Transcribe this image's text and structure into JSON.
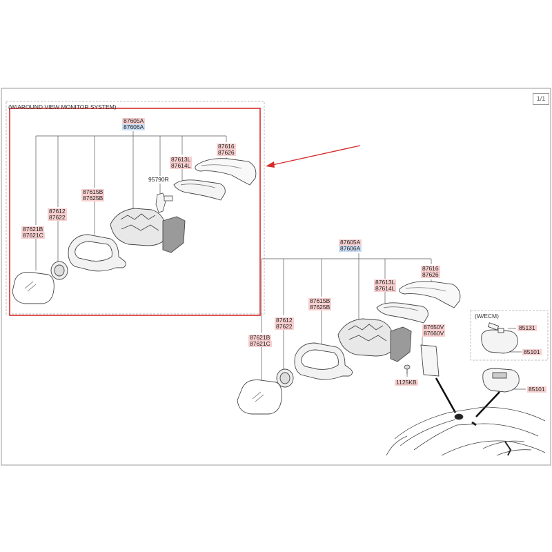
{
  "page_counter": "1/1",
  "notes": {
    "around_view": "(W/AROUND VIEW MONITOR SYSTEM)",
    "ecm": "(W/ECM)"
  },
  "labels": {
    "top_left": {
      "assy_a": "87605A",
      "assy_b": "87606A",
      "cover_a": "87616",
      "cover_b": "87626",
      "lamp_a": "87613L",
      "lamp_b": "87614L",
      "camera": "95790R",
      "housing_a": "87615B",
      "housing_b": "87625B",
      "actuator_a": "87612",
      "actuator_b": "87622",
      "glass_a": "87621B",
      "glass_b": "87621C"
    },
    "right": {
      "assy_a": "87605A",
      "assy_b": "87606A",
      "cover_a": "87616",
      "cover_b": "87626",
      "lamp_a": "87613L",
      "lamp_b": "87614L",
      "housing_a": "87615B",
      "housing_b": "87625B",
      "actuator_a": "87612",
      "actuator_b": "87622",
      "glass_a": "87621B",
      "glass_b": "87621C",
      "trim_a": "87650V",
      "trim_b": "87660V",
      "screw": "1125KB"
    },
    "ecm": {
      "bulb": "85131",
      "mirror": "85101"
    },
    "inside_mirror": "85101"
  },
  "colors": {
    "highlight_box": "#d62c2c",
    "arrow": "#d62c2c",
    "label_pink": "#f9d0d0",
    "label_blue": "#c9dcf5",
    "frame": "#999999"
  }
}
